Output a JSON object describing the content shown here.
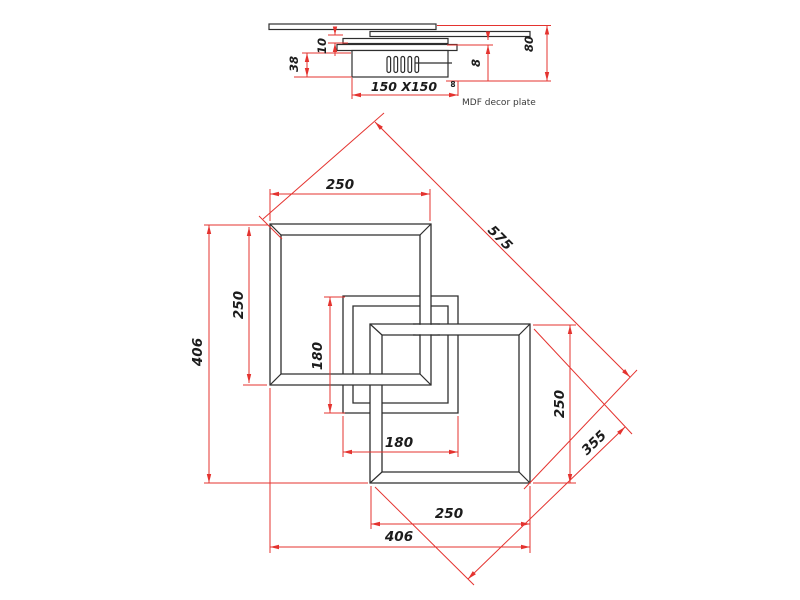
{
  "title": "Ceiling lamp technical dimension drawing",
  "colors": {
    "dimension_red": "#e4332f",
    "drawing_black": "#2e2e2e"
  },
  "side_view": {
    "dim_total_height": "80",
    "dim_plate_thickness": "8",
    "dim_gap": "10",
    "dim_canopy_height": "38",
    "dim_canopy_size": "150 X150",
    "note_small": "8",
    "label_material": "MDF  decor plate"
  },
  "plan_view": {
    "dim_top_width": "250",
    "dim_left_inner": "250",
    "dim_left_overall": "406",
    "dim_mid_height": "180",
    "dim_mid_width": "180",
    "dim_right_height": "250",
    "dim_diag_overall": "575",
    "dim_diag_square": "355",
    "dim_bottom_width": "250",
    "dim_bottom_overall": "406"
  }
}
